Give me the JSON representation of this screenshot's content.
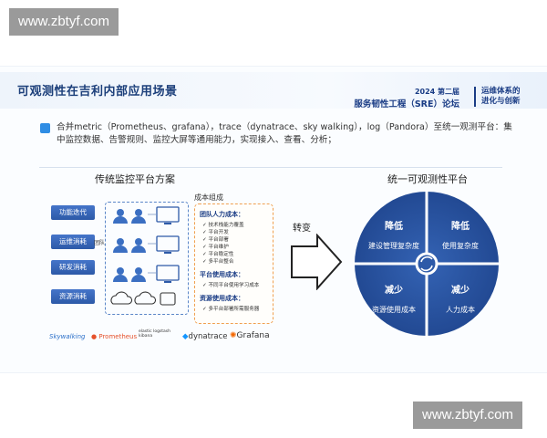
{
  "watermark_top": "www.zbtyf.com",
  "watermark_bottom": "www.zbtyf.com",
  "slide": {
    "title": "可观测性在吉利内部应用场景",
    "conference": {
      "year_line": "2024 第二届",
      "name": "服务韧性工程（SRE）论坛"
    },
    "conference_theme": [
      "运维体系的",
      "进化与创新"
    ],
    "body_text": "合并metric（Prometheus、grafana），trace（dynatrace、sky walking），log（Pandora）至统一观测平台：集中监控数据、告警规则、监控大屏等通用能力，实现接入、查看、分析；",
    "left": {
      "title": "传统监控平台方案",
      "labels": [
        "功能迭代",
        "运维消耗",
        "研发消耗",
        "资源消耗"
      ],
      "team_label": "团队",
      "cost_title": "成本组成",
      "cost": {
        "team_header": "团队人力成本：",
        "team_items": [
          "✓ 技术栈能力覆盖",
          "✓ 平台开发",
          "✓ 平台部署",
          "✓ 平台维护",
          "✓ 平台稳定性",
          "✓ 多平台整合"
        ],
        "usage_header": "平台使用成本：",
        "usage_items": [
          "✓ 不同平台使用学习成本"
        ],
        "resource_header": "资源使用成本：",
        "resource_items": [
          "✓ 多平台部署所需服务器"
        ]
      },
      "logos": [
        "Skywalking",
        "Prometheus",
        "elastic",
        "logstash",
        "kibana",
        "dynatrace",
        "Grafana"
      ]
    },
    "change_label": "转变",
    "right": {
      "title": "统一可观测性平台",
      "quadrants": [
        {
          "head": "降低",
          "text": "建设管理复杂度"
        },
        {
          "head": "降低",
          "text": "使用复杂度"
        },
        {
          "head": "减少",
          "text": "资源使用成本"
        },
        {
          "head": "减少",
          "text": "人力成本"
        }
      ]
    }
  },
  "colors": {
    "primary": "#2d5aa8",
    "dark": "#1a3c85",
    "accent_orange": "#f0a050"
  }
}
